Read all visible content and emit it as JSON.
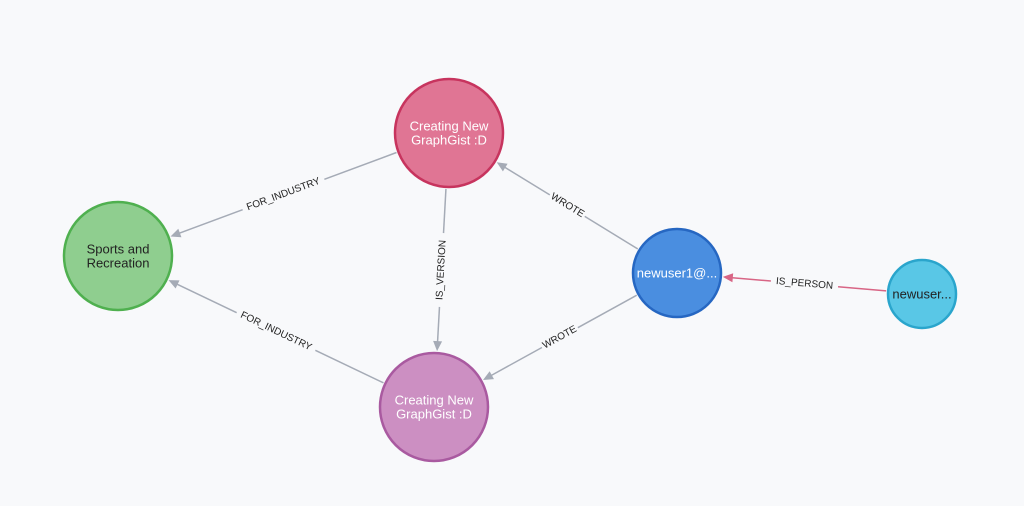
{
  "colors": {
    "background": "#f8f9fb",
    "relationship": "#a5abb6",
    "relationship_highlight": "#d86585"
  },
  "nodes": [
    {
      "id": "gist1",
      "name": "node-graphgist-top",
      "lines": [
        "Creating New",
        "GraphGist :D"
      ],
      "fill": "#e07594",
      "stroke": "#c7345e",
      "text_color": "#ffffff"
    },
    {
      "id": "sports",
      "name": "node-industry",
      "lines": [
        "Sports and",
        "Recreation"
      ],
      "fill": "#8fce8f",
      "stroke": "#4fb04f",
      "text_color": "#222222"
    },
    {
      "id": "gist2",
      "name": "node-graphgist-bottom",
      "lines": [
        "Creating New",
        "GraphGist :D"
      ],
      "fill": "#cc8fc2",
      "stroke": "#a95aa0",
      "text_color": "#ffffff"
    },
    {
      "id": "user",
      "name": "node-user",
      "lines": [
        "newuser1@..."
      ],
      "fill": "#4a8ee0",
      "stroke": "#2667c2",
      "text_color": "#ffffff"
    },
    {
      "id": "person",
      "name": "node-person",
      "lines": [
        "newuser..."
      ],
      "fill": "#59c7e6",
      "stroke": "#2aa5cc",
      "text_color": "#222222"
    }
  ],
  "relationships": [
    {
      "name": "rel-for-industry-top",
      "from": "gist1",
      "to": "sports",
      "label": "FOR_INDUSTRY"
    },
    {
      "name": "rel-is-version",
      "from": "gist1",
      "to": "gist2",
      "label": "IS_VERSION"
    },
    {
      "name": "rel-for-industry-bottom",
      "from": "gist2",
      "to": "sports",
      "label": "FOR_INDUSTRY"
    },
    {
      "name": "rel-wrote-top",
      "from": "user",
      "to": "gist1",
      "label": "WROTE"
    },
    {
      "name": "rel-wrote-bottom",
      "from": "user",
      "to": "gist2",
      "label": "WROTE"
    },
    {
      "name": "rel-is-person",
      "from": "person",
      "to": "user",
      "label": "IS_PERSON",
      "highlight": true
    }
  ]
}
